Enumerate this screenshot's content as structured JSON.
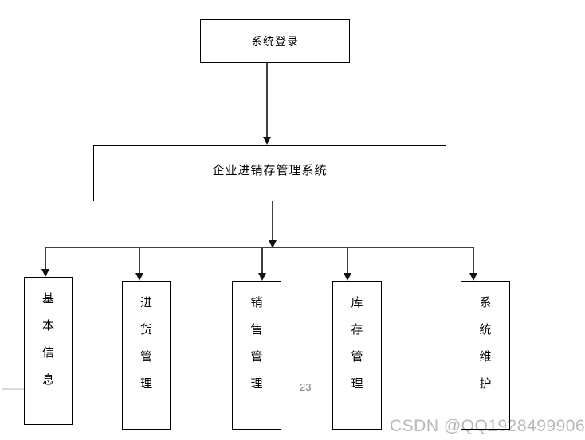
{
  "diagram": {
    "login_node": "系统登录",
    "main_node": "企业进销存管理系统",
    "modules": [
      "基本信息",
      "进货管理",
      "销售管理",
      "库存管理",
      "系统维护"
    ]
  },
  "page": {
    "number": "23",
    "watermark": "CSDN @QQ1928499906"
  },
  "colors": {
    "box_border": "#000000",
    "connector_line": "#3f3f3f",
    "watermark_gray": "#b8b8b8",
    "page_number_gray": "#7f7f7f"
  }
}
